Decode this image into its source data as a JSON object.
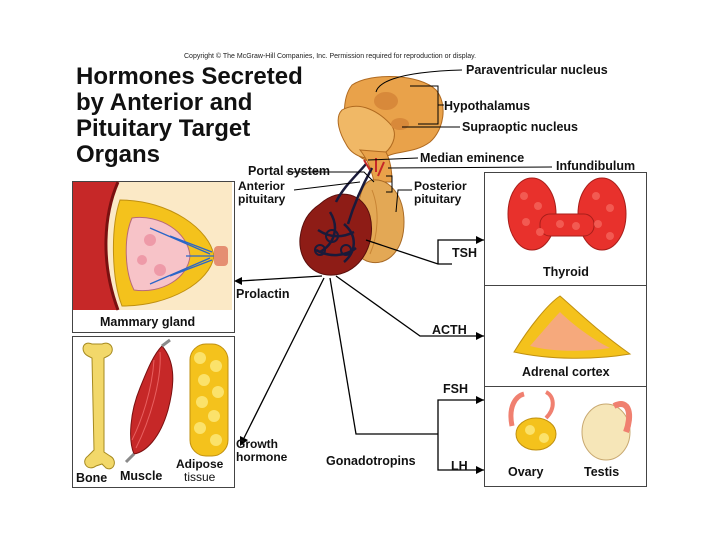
{
  "copyright": "Copyright © The McGraw-Hill Companies, Inc. Permission required for reproduction or display.",
  "title": [
    "Hormones Secreted",
    "by Anterior and",
    "Pituitary Target",
    "Organs"
  ],
  "labels": {
    "paraventricular": "Paraventricular nucleus",
    "hypothalamus": "Hypothalamus",
    "supraoptic": "Supraoptic nucleus",
    "median_eminence": "Median eminence",
    "infundibulum": "Infundibulum",
    "portal_system": "Portal system",
    "anterior_pituitary": [
      "Anterior",
      "pituitary"
    ],
    "posterior_pituitary": [
      "Posterior",
      "pituitary"
    ],
    "tsh": "TSH",
    "thyroid": "Thyroid",
    "prolactin": "Prolactin",
    "mammary_gland": "Mammary gland",
    "acth": "ACTH",
    "adrenal_cortex": "Adrenal cortex",
    "fsh": "FSH",
    "lh": "LH",
    "gonadotropins": "Gonadotropins",
    "growth_hormone": [
      "Growth",
      "hormone"
    ],
    "bone": "Bone",
    "muscle": "Muscle",
    "adipose_tissue": [
      "Adipose",
      "tissue"
    ],
    "ovary": "Ovary",
    "testis": "Testis"
  },
  "colors": {
    "brain_tan": "#e9a24a",
    "anterior_red": "#8e1c16",
    "thyroid_red": "#e8312c",
    "adipose_yellow": "#f4c21c",
    "muscle_red": "#c62828",
    "bone_yellow": "#f2d86a"
  }
}
